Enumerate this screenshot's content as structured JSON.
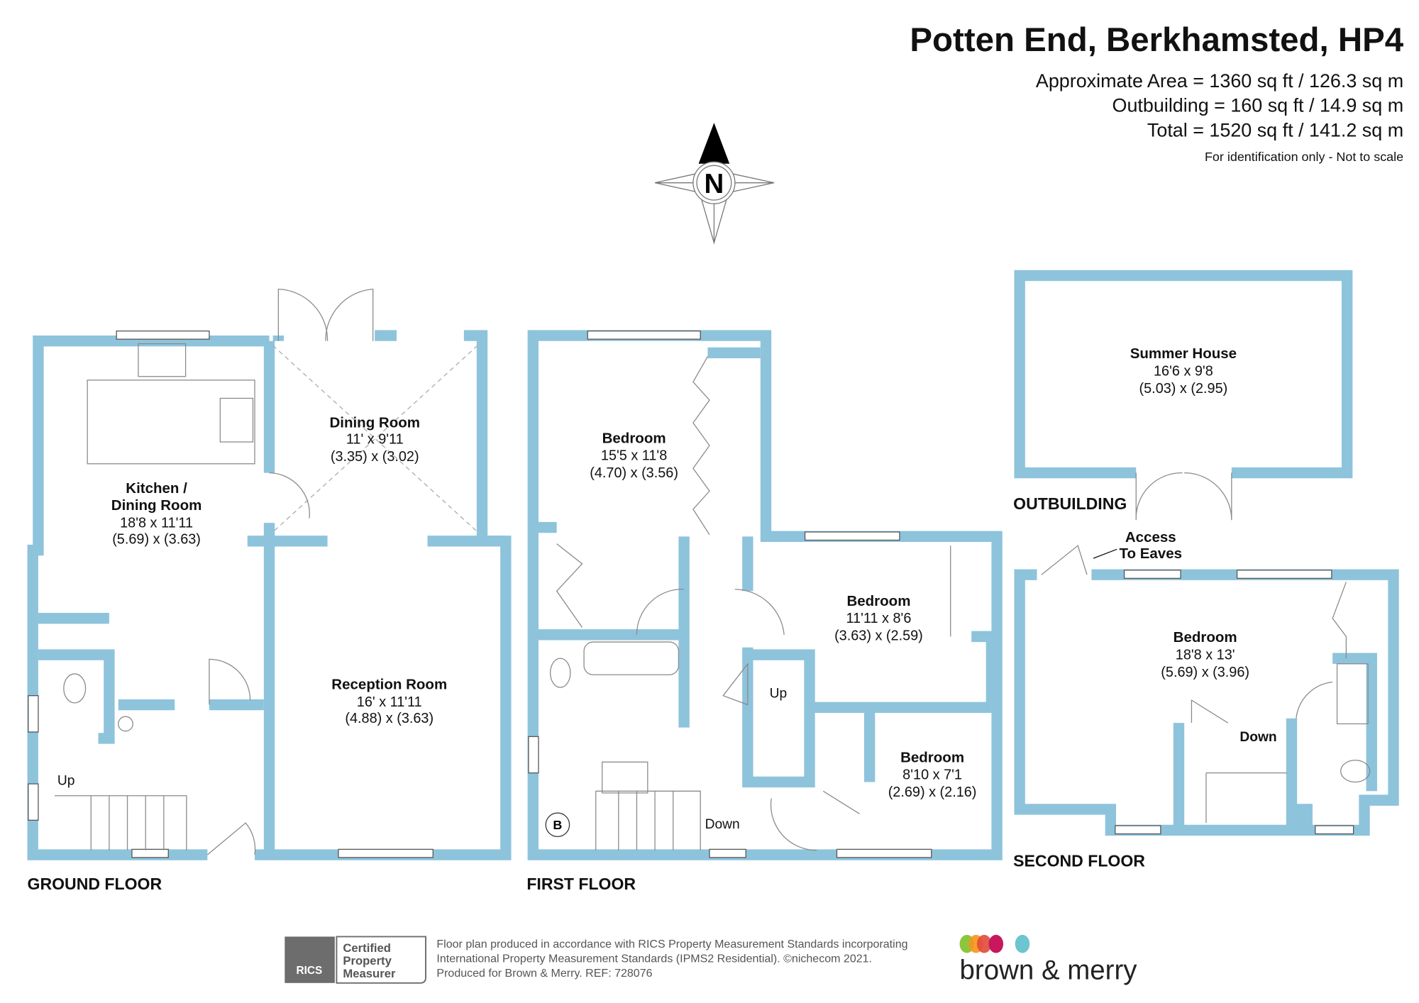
{
  "header": {
    "title": "Potten End, Berkhamsted, HP4",
    "approximate_area": "Approximate Area = 1360 sq ft / 126.3 sq m",
    "outbuilding_area": "Outbuilding = 160 sq ft / 14.9 sq m",
    "total_area": "Total = 1520 sq ft / 141.2 sq m",
    "disclaimer": "For identification only - Not to scale"
  },
  "compass": {
    "label": "N",
    "icon": "north-arrow-icon"
  },
  "floors": {
    "ground": {
      "label": "GROUND FLOOR",
      "up": "Up",
      "rooms": [
        {
          "name": "Kitchen /",
          "name2": "Dining Room",
          "imperial": "18'8 x 11'11",
          "metric": "(5.69) x (3.63)"
        },
        {
          "name": "Dining Room",
          "imperial": "11' x 9'11",
          "metric": "(3.35) x (3.02)"
        },
        {
          "name": "Reception Room",
          "imperial": "16' x 11'11",
          "metric": "(4.88) x (3.63)"
        }
      ]
    },
    "first": {
      "label": "FIRST FLOOR",
      "up": "Up",
      "down": "Down",
      "boiler": "B",
      "rooms": [
        {
          "name": "Bedroom",
          "imperial": "15'5 x 11'8",
          "metric": "(4.70) x (3.56)"
        },
        {
          "name": "Bedroom",
          "imperial": "11'11 x 8'6",
          "metric": "(3.63) x (2.59)"
        },
        {
          "name": "Bedroom",
          "imperial": "8'10 x 7'1",
          "metric": "(2.69) x (2.16)"
        }
      ]
    },
    "outbuilding": {
      "label": "OUTBUILDING",
      "rooms": [
        {
          "name": "Summer House",
          "imperial": "16'6 x 9'8",
          "metric": "(5.03) x (2.95)"
        }
      ]
    },
    "second": {
      "label": "SECOND FLOOR",
      "down": "Down",
      "access": "Access",
      "access2": "To Eaves",
      "rooms": [
        {
          "name": "Bedroom",
          "imperial": "18'8 x 13'",
          "metric": "(5.69) x (3.96)"
        }
      ]
    }
  },
  "footer": {
    "rics_badge": "RICS",
    "certified": [
      "Certified",
      "Property",
      "Measurer"
    ],
    "lines": [
      "Floor plan produced in accordance with RICS Property Measurement Standards incorporating",
      "International Property Measurement Standards (IPMS2 Residential).   ©nichecom 2021.",
      "Produced for Brown & Merry.   REF:  728076"
    ],
    "brand": "brown & merry",
    "brand_colors": [
      "#8cc63f",
      "#f7941d",
      "#e2493b",
      "#c8175d",
      "#6cc5d1"
    ],
    "wall_color": "#8ec3dc"
  }
}
